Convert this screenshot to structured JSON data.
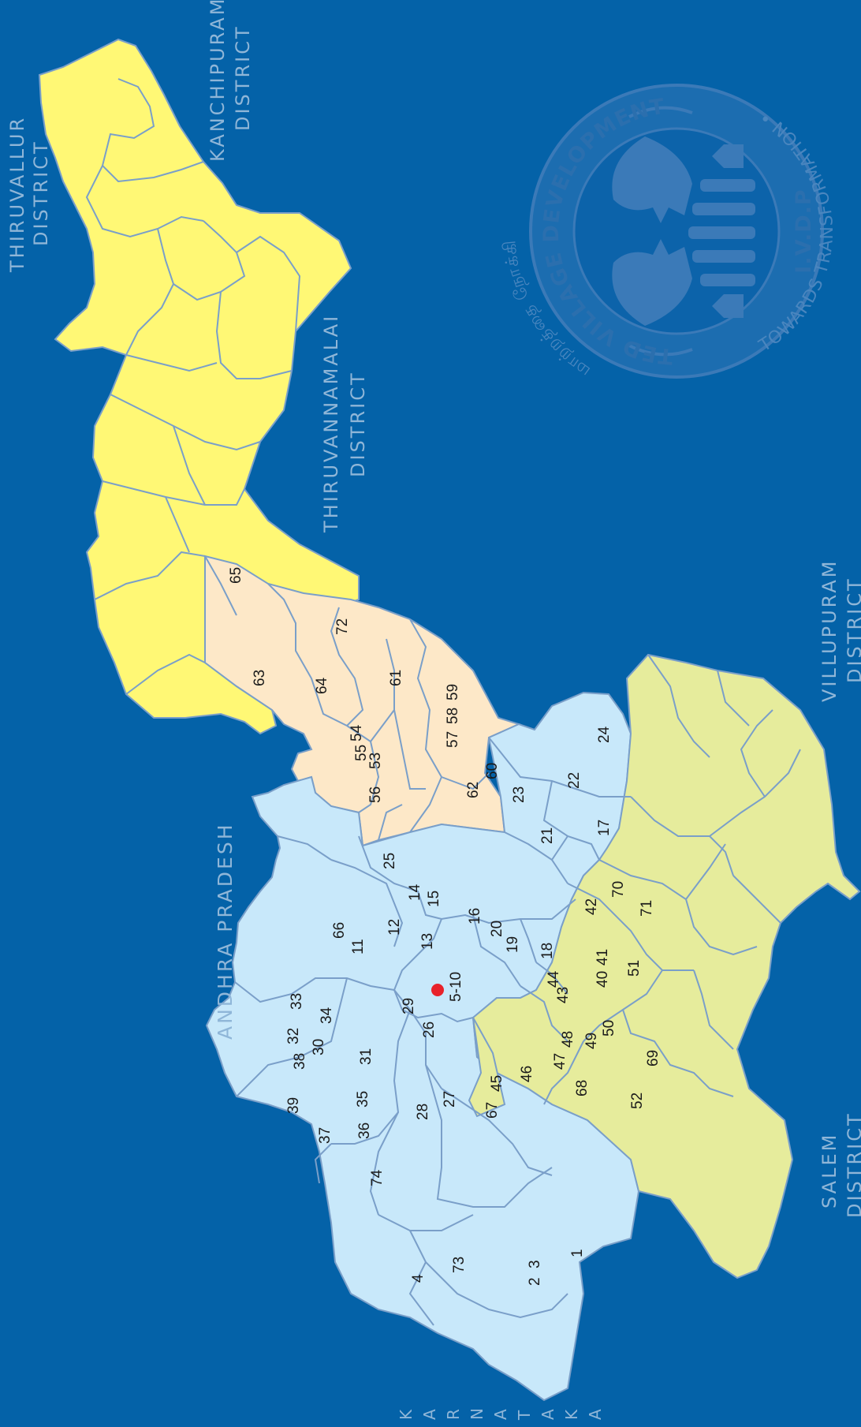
{
  "labels": {
    "thiruvallur": [
      "THIRUVALLUR",
      "DISTRICT"
    ],
    "kanchipuram": [
      "KANCHIPURAM",
      "DISTRICT"
    ],
    "thiruvannamalai": [
      "THIRUVANNAMALAI",
      "DISTRICT"
    ],
    "andhra": "ANDHRA PRADESH",
    "villupuram": [
      "VILLUPURAM",
      "DISTRICT"
    ],
    "salem": [
      "SALEM",
      "DISTRICT"
    ],
    "karnataka": [
      "K",
      "A",
      "R",
      "N",
      "A",
      "T",
      "A",
      "K",
      "A"
    ]
  },
  "logo": {
    "arc_text": "INTEGRATED VILLAGE DEVELOPMENT PROJECT",
    "ivdp": "I.V.D.P",
    "tagline": "TOWARDS TRANSFORMATION •",
    "tamil": "மாற்றத்தை நோக்கி"
  },
  "colors": {
    "sea": "#0462a8",
    "zone_yellow": "#fff875",
    "zone_peach": "#fde8c8",
    "zone_blue": "#c8e8fa",
    "zone_olive": "#e6ec9c",
    "boundary": "#7a9fc9",
    "headquarters": "#e8222a",
    "seal": "#3b7ab8"
  },
  "numbers": {
    "n65": "65",
    "n72": "72",
    "n63": "63",
    "n64": "64",
    "n61": "61",
    "n57": "57",
    "n58": "58",
    "n59": "59",
    "n54": "54",
    "n55": "55",
    "n53": "53",
    "n56": "56",
    "n62": "62",
    "n60": "60",
    "n24": "24",
    "n22": "22",
    "n23": "23",
    "n17": "17",
    "n21": "21",
    "n25": "25",
    "n14": "14",
    "n15": "15",
    "n16": "16",
    "n20": "20",
    "n19": "19",
    "n66": "66",
    "n11": "11",
    "n12": "12",
    "n13": "13",
    "n18": "18",
    "n42": "42",
    "n70": "70",
    "n71": "71",
    "n41": "41",
    "n40": "40",
    "n51": "51",
    "n44": "44",
    "n43": "43",
    "n5_10": "5-10",
    "n29": "29",
    "n33": "33",
    "n34": "34",
    "n32": "32",
    "n30": "30",
    "n38": "38",
    "n31": "31",
    "n26": "26",
    "n48": "48",
    "n47": "47",
    "n49": "49",
    "n50": "50",
    "n69": "69",
    "n45": "45",
    "n46": "46",
    "n39": "39",
    "n35": "35",
    "n36": "36",
    "n37": "37",
    "n28": "28",
    "n27": "27",
    "n67": "67",
    "n68": "68",
    "n52": "52",
    "n74": "74",
    "n4": "4",
    "n73": "73",
    "n2": "2",
    "n3": "3",
    "n1": "1"
  }
}
